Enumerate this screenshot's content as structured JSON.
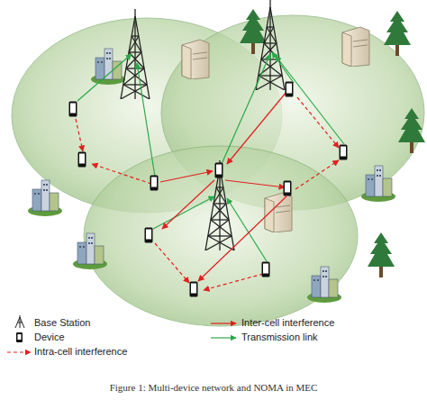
{
  "diagram": {
    "caption": "Figure 1: Multi-device network and NOMA in MEC",
    "legend": [
      {
        "text": "Base Station"
      },
      {
        "text": "Device"
      },
      {
        "text": "Intra-cell interference"
      },
      {
        "text": "Inter-cell interference"
      },
      {
        "text": "Transmission link"
      }
    ]
  }
}
